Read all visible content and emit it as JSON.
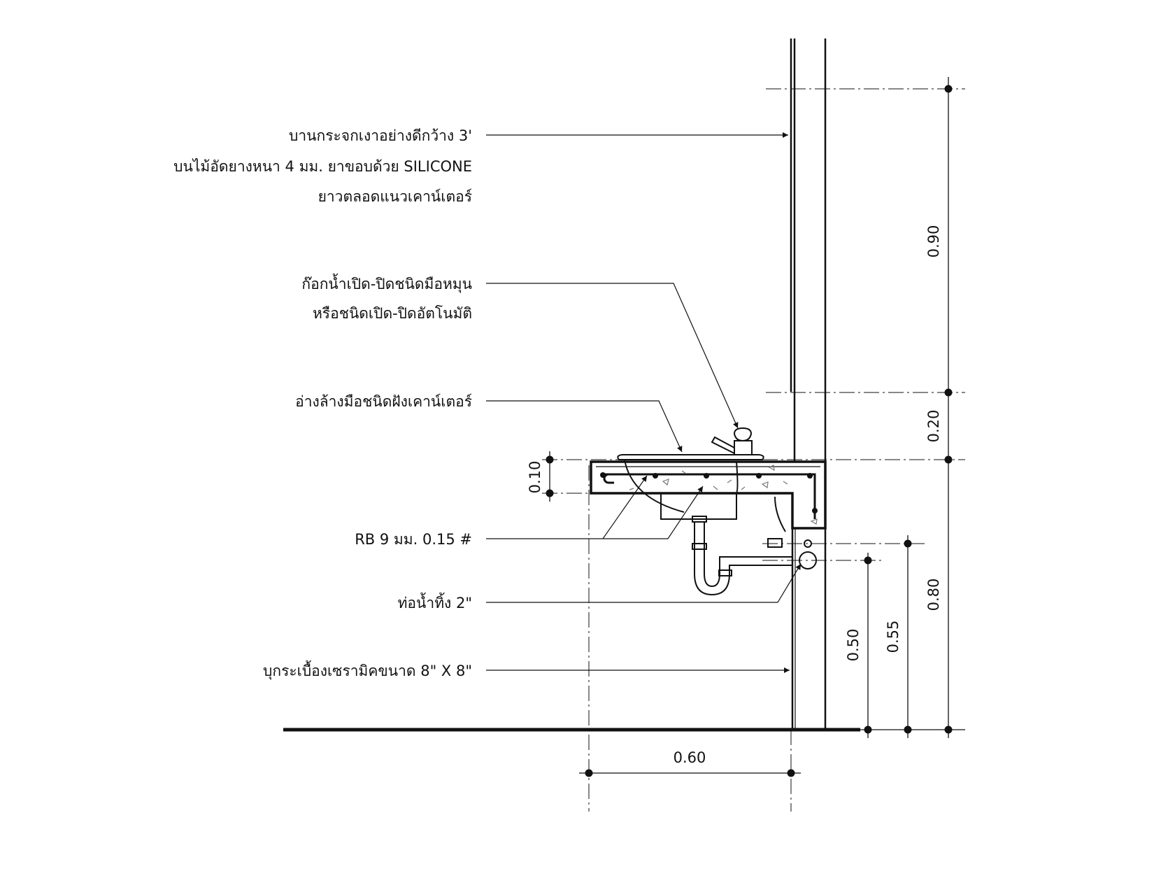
{
  "notes": {
    "mirror": [
      "บานกระจกเงาอย่างดีกว้าง 3'",
      "บนไม้อัดยางหนา 4 มม. ยาขอบด้วย SILICONE",
      "ยาวตลอดแนวเคาน์เตอร์"
    ],
    "faucet": [
      "ก๊อกน้ำเปิด-ปิดชนิดมือหมุน",
      "หรือชนิดเปิด-ปิดอัตโนมัติ"
    ],
    "basin": "อ่างล้างมือชนิดฝังเคาน์เตอร์",
    "rebar": "RB 9 มม. 0.15 #",
    "drain": "ท่อน้ำทิ้ง  2\"",
    "tile": "บุกระเบื้องเซรามิคขนาด 8\" X 8\""
  },
  "dimensions": {
    "mirror_height": "0.90",
    "backsplash": "0.20",
    "counter_height": "0.80",
    "supply_height": "0.55",
    "drain_height": "0.50",
    "slab_thickness": "0.10",
    "counter_depth": "0.60"
  }
}
